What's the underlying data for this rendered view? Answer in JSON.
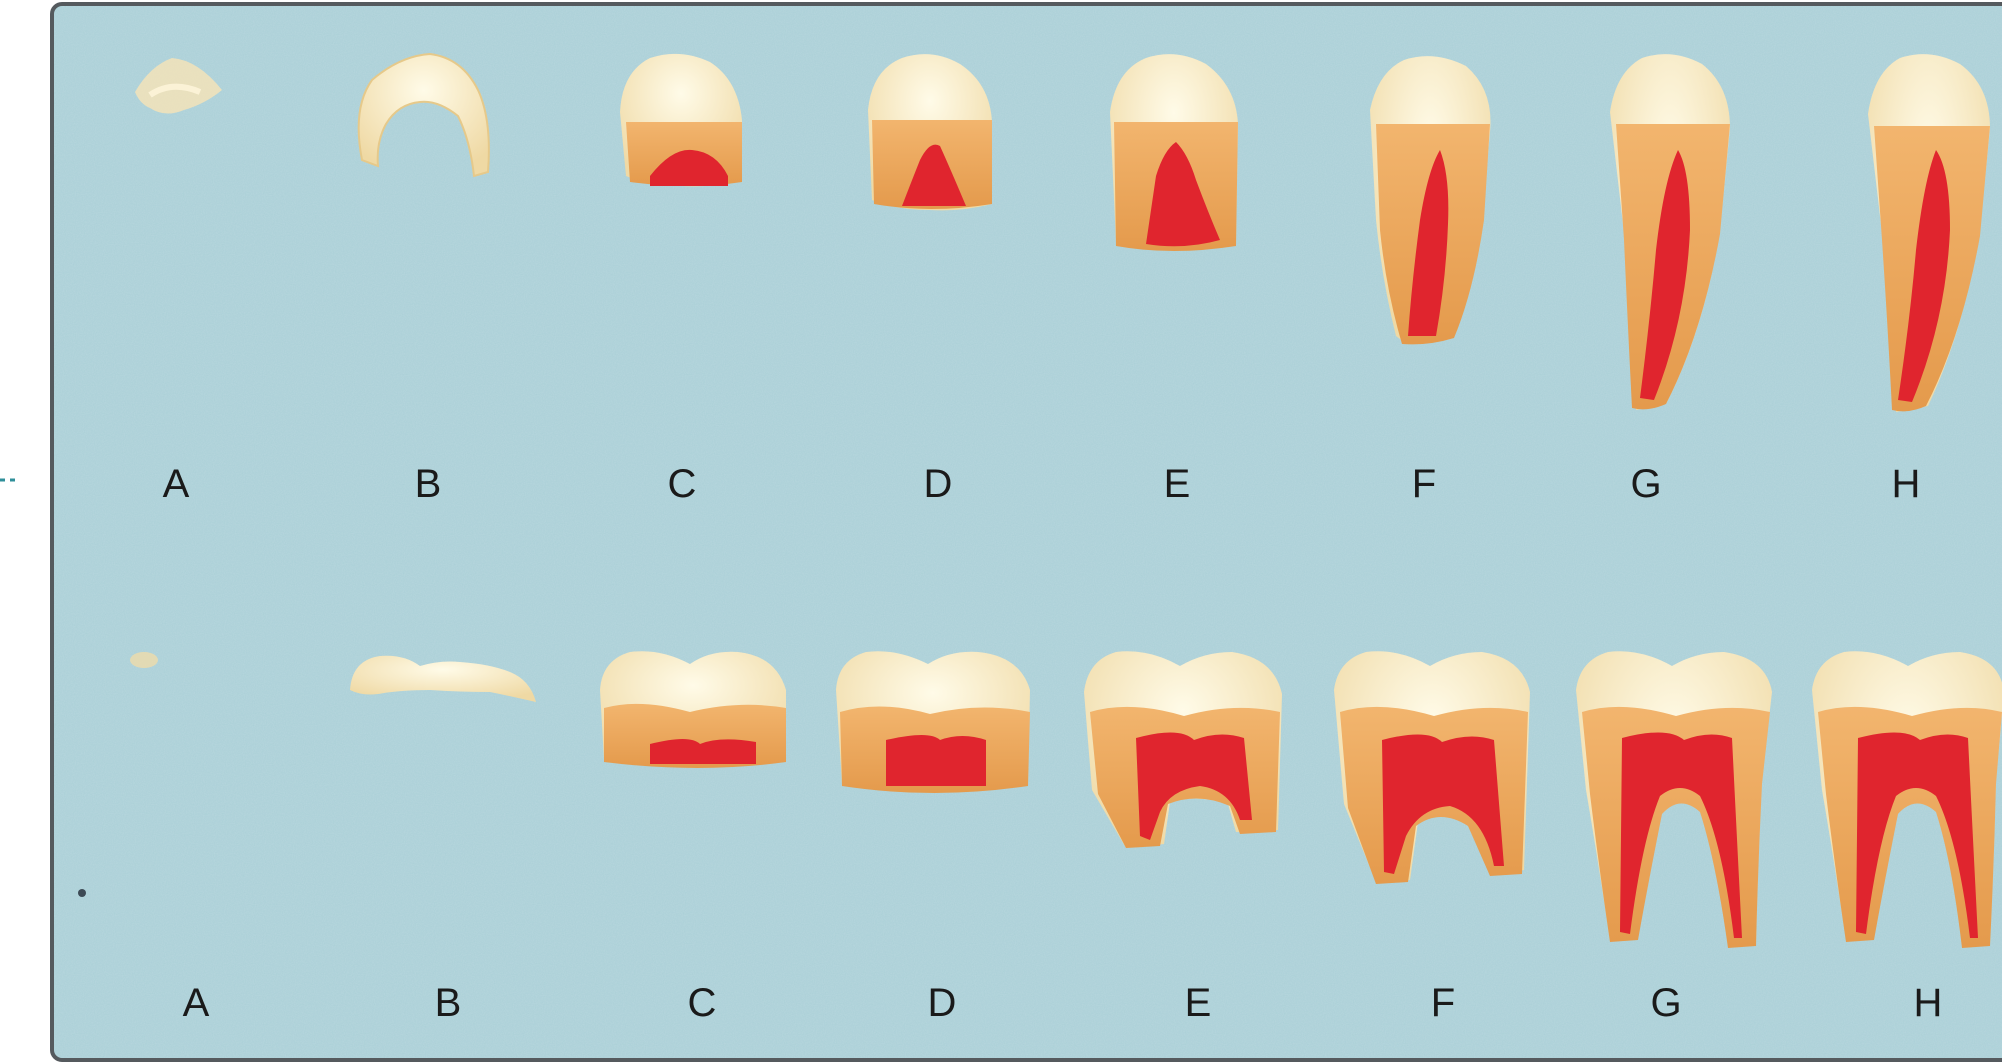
{
  "figure": {
    "rows": [
      {
        "name": "single-rooted-tooth-row",
        "stage_labels": [
          "A",
          "B",
          "C",
          "D",
          "E",
          "F",
          "G",
          "H"
        ]
      },
      {
        "name": "two-rooted-molar-row",
        "stage_labels": [
          "A",
          "B",
          "C",
          "D",
          "E",
          "F",
          "G",
          "H"
        ]
      }
    ],
    "colors": {
      "background": "#a9cfd6",
      "enamel": "#f6eccd",
      "dentin": "#eda862",
      "pulp": "#e0252e",
      "frame": "#555a5e",
      "label": "#1a1a1a"
    }
  }
}
